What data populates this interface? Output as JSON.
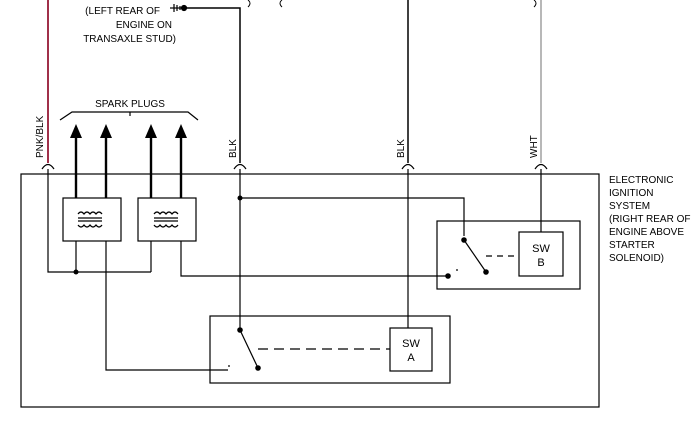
{
  "ground_note": {
    "lines": [
      "(LEFT REAR OF",
      "ENGINE ON",
      "TRANSAXLE STUD)"
    ]
  },
  "spark_plugs_label": "SPARK PLUGS",
  "wires": {
    "pnk_blk": "PNK/BLK",
    "blk_1": "BLK",
    "blk_2": "BLK",
    "wht": "WHT"
  },
  "module": {
    "lines": [
      "ELECTRONIC",
      "IGNITION",
      "SYSTEM",
      "(RIGHT REAR OF",
      "ENGINE ABOVE",
      "STARTER",
      "SOLENOID)"
    ]
  },
  "switch_a": {
    "line1": "SW",
    "line2": "A"
  },
  "switch_b": {
    "line1": "SW",
    "line2": "B"
  },
  "colors": {
    "pnk_blk_wire": "#a0304a",
    "wht_wire": "#b8b8b8",
    "line": "#000000"
  }
}
